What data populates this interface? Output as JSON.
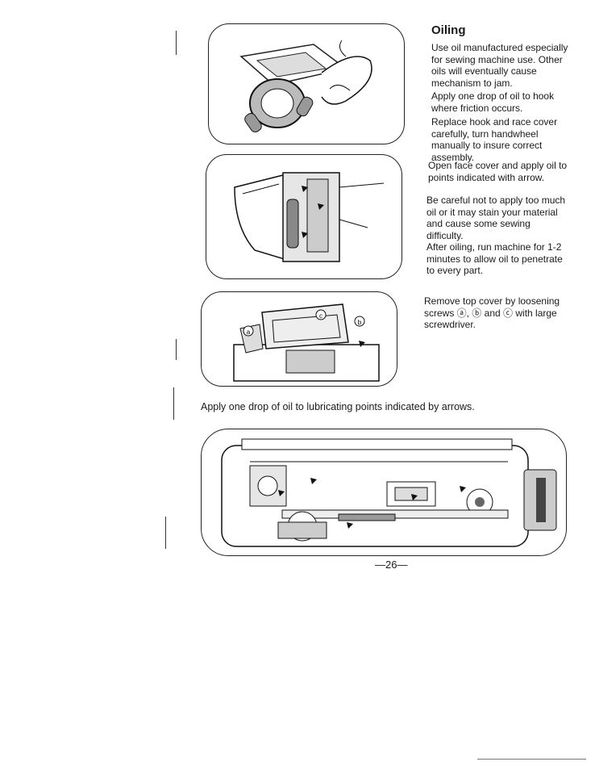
{
  "section": {
    "title": "Oiling",
    "paragraphs": [
      "Use oil manufactured especially for sewing machine use. Other oils will eventually cause mechanism to jam.",
      "Apply one drop of oil to hook where friction occurs.",
      "Replace hook and race cover carefully, turn handwheel manually to insure correct assembly.",
      "Open face cover and apply oil to points indicated with arrow.",
      "Be careful not to apply too much oil or it may stain your material and cause some sewing difficulty.",
      "After oiling, run machine for 1-2 minutes to allow oil to penetrate to every part.",
      "Remove top cover by loosening screws ⓐ, ⓑ and ⓒ with large screwdriver."
    ]
  },
  "figure_labels": {
    "screw_a": "a",
    "screw_b": "b",
    "screw_c": "c"
  },
  "caption": "Apply one drop of oil to lubricating points indicated by arrows.",
  "page_number": "—26—"
}
